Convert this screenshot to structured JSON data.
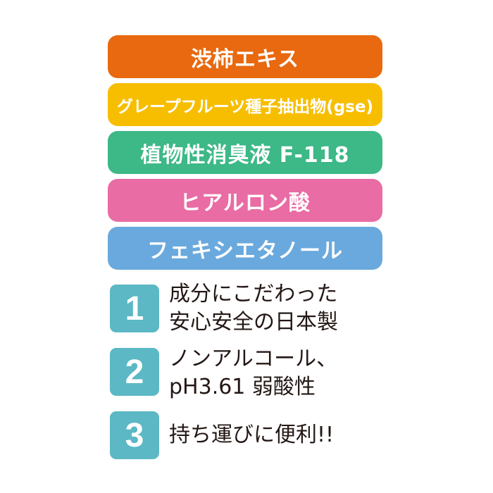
{
  "ingredients": [
    {
      "label": "渋柿エキス",
      "color": "#E8690F"
    },
    {
      "label": "グレープフルーツ種子抽出物(gse)",
      "color": "#F7BE00"
    },
    {
      "label": "植物性消臭液 F-118",
      "color": "#3DB887"
    },
    {
      "label": "ヒアルロン酸",
      "color": "#E96CA4"
    },
    {
      "label": "フェキシエタノール",
      "color": "#6AA9DD"
    }
  ],
  "features": [
    {
      "number": "1",
      "line1": "成分にこだわった",
      "line2": "安心安全の日本製"
    },
    {
      "number": "2",
      "line1": "ノンアルコール、",
      "line2": "pH3.61 弱酸性"
    },
    {
      "number": "3",
      "line1": "持ち運びに便利!!"
    }
  ]
}
